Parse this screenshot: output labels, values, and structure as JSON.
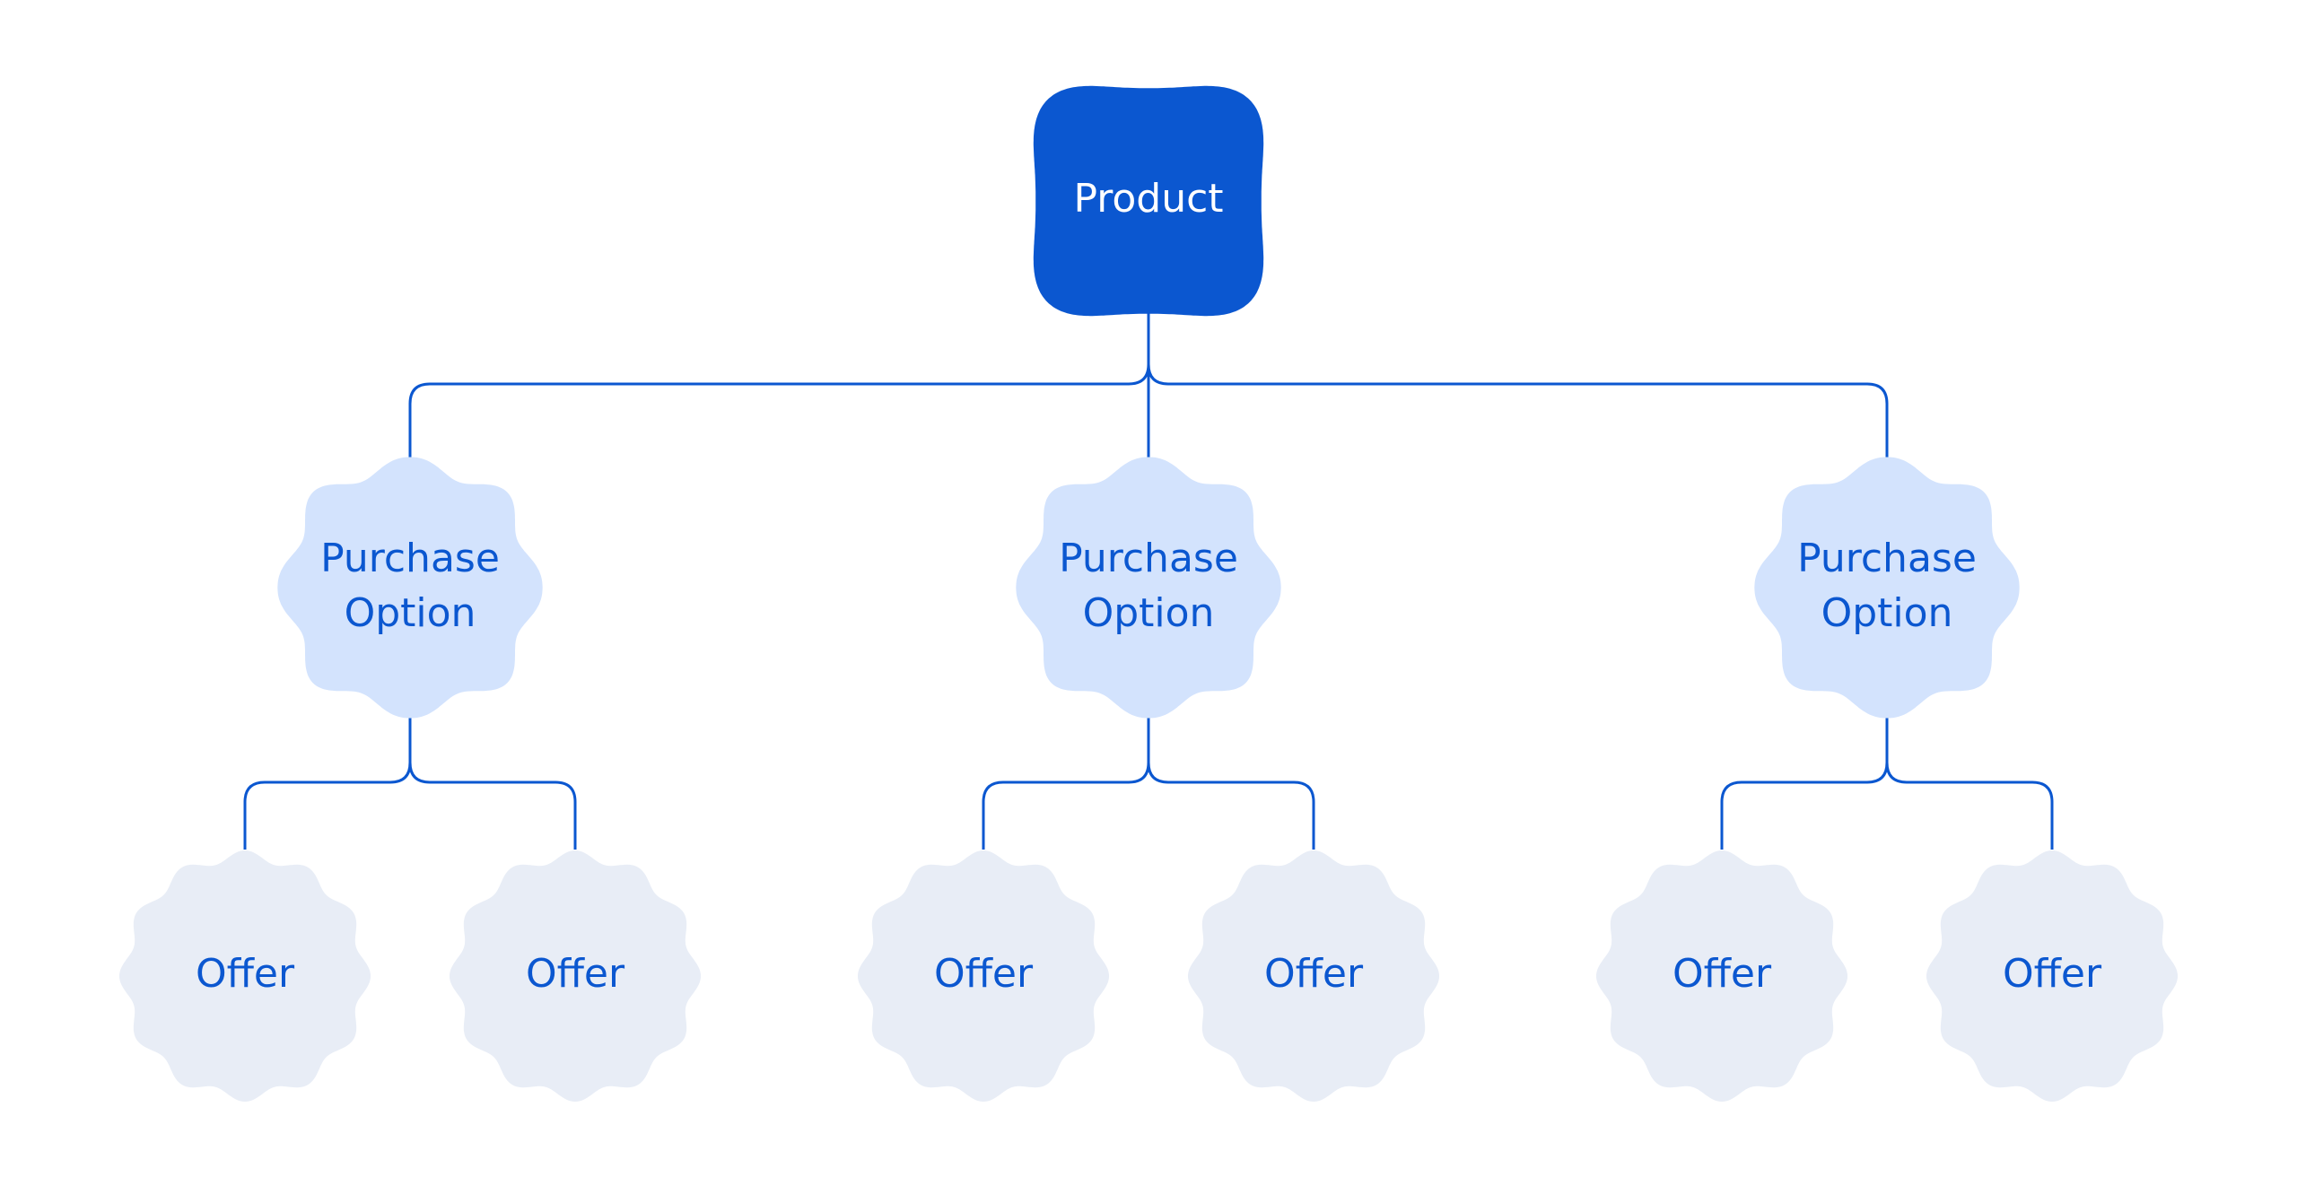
{
  "colors": {
    "product_fill": "#0B57D0",
    "product_text": "#FFFFFF",
    "option_fill": "#D3E3FD",
    "offer_fill": "#E8EDF6",
    "node_text": "#0B57D0",
    "connector": "#0B57D0"
  },
  "root": {
    "label": "Product",
    "children": [
      {
        "label_line1": "Purchase",
        "label_line2": "Option",
        "children": [
          {
            "label": "Offer"
          },
          {
            "label": "Offer"
          }
        ]
      },
      {
        "label_line1": "Purchase",
        "label_line2": "Option",
        "children": [
          {
            "label": "Offer"
          },
          {
            "label": "Offer"
          }
        ]
      },
      {
        "label_line1": "Purchase",
        "label_line2": "Option",
        "children": [
          {
            "label": "Offer"
          },
          {
            "label": "Offer"
          }
        ]
      }
    ]
  }
}
